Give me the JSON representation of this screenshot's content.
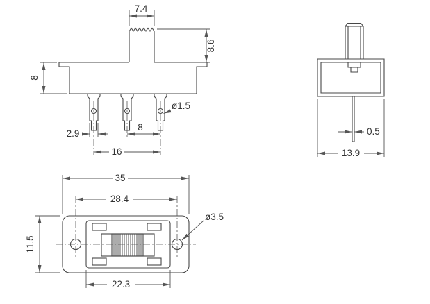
{
  "drawing": {
    "type": "technical-drawing",
    "subject": "slide switch (3 views with dimensions)",
    "background_color": "#ffffff",
    "line_color": "#474747",
    "text_color": "#333333",
    "dimensions": {
      "front": {
        "knob_width": "7.4",
        "knob_height": "8.6",
        "body_height": "8",
        "pin_width": "2.9",
        "pin_pitch": "8",
        "pin_span": "16",
        "pin_hole_diameter": "ø1.5"
      },
      "side": {
        "pin_thickness": "0.5",
        "body_depth": "13.9"
      },
      "top": {
        "overall_length": "35",
        "hole_spacing": "28.4",
        "overall_width": "11.5",
        "mounting_hole_diameter": "ø3.5",
        "window_length": "22.3"
      }
    }
  }
}
